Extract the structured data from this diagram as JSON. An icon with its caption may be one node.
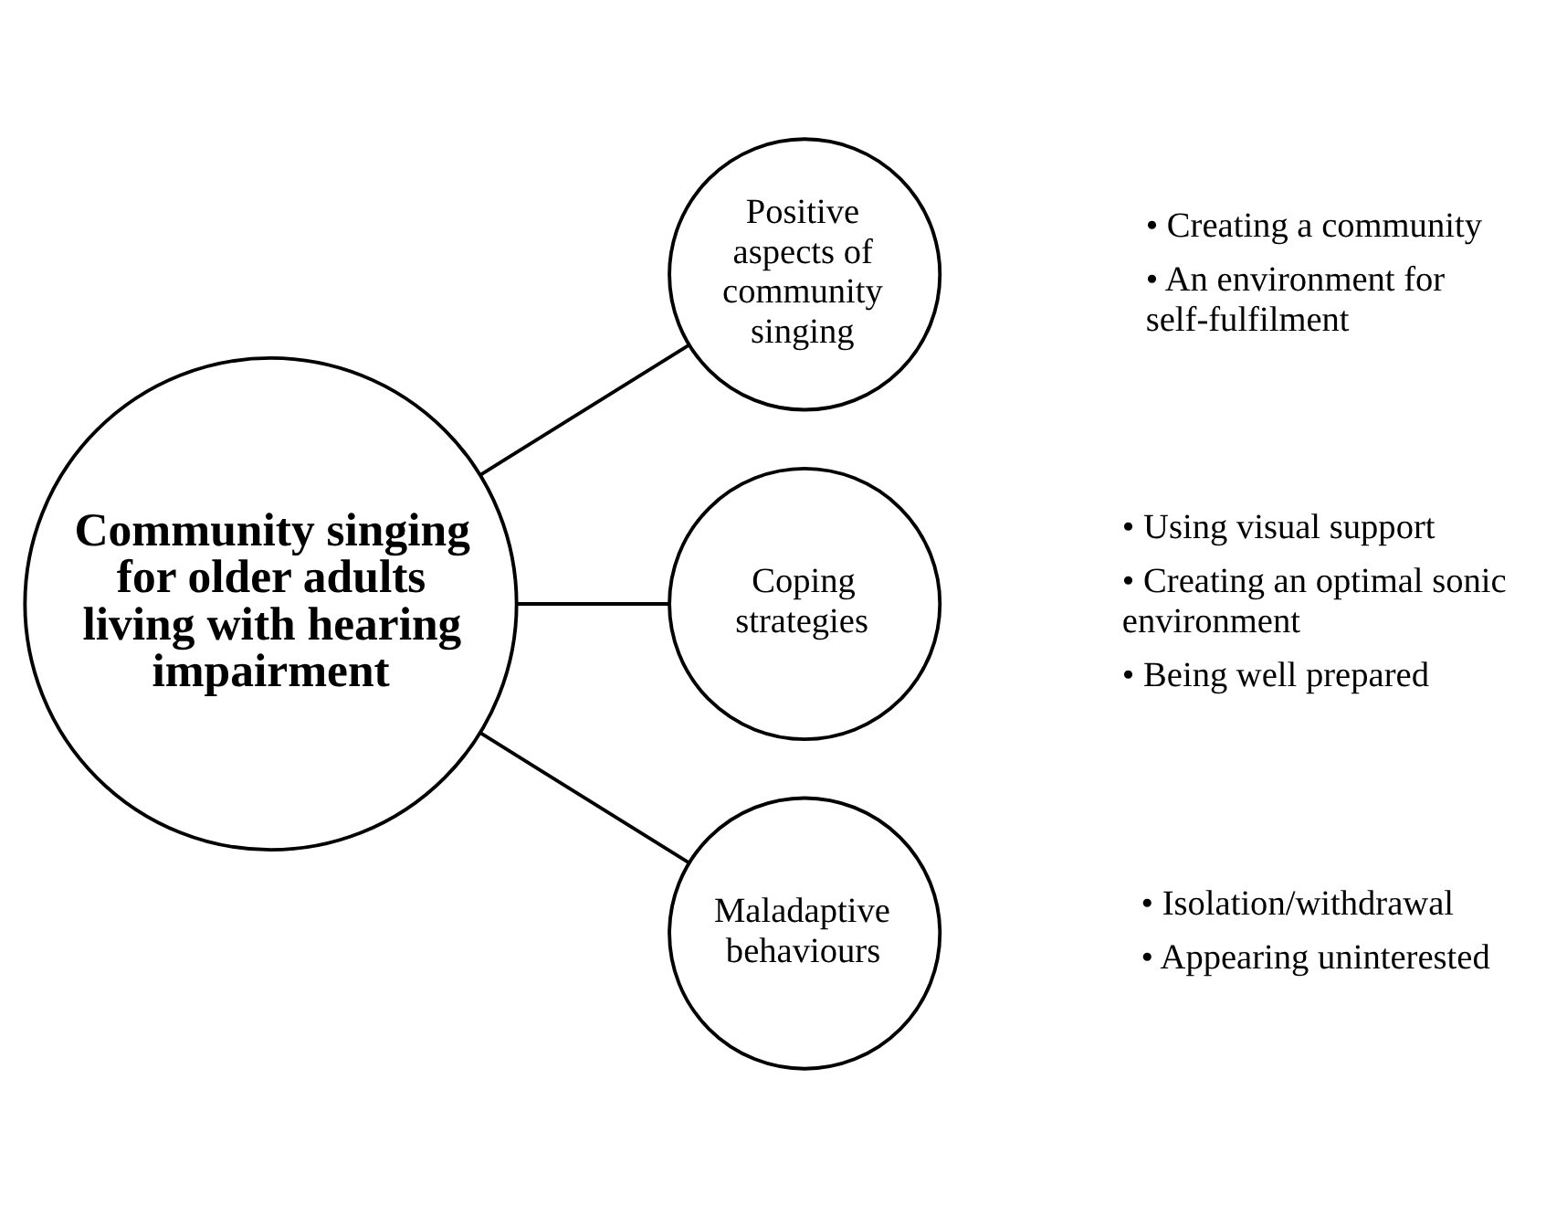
{
  "diagram": {
    "nodes": [
      {
        "text": [
          "Community singing for older adults living with hearing impairment"
        ]
      },
      {
        "text": [
          "Positive aspects of community singing"
        ],
        "beside": [
          "• Creating a community",
          "• An environment for self-fulfilment"
        ]
      },
      {
        "text": [
          "Coping strategies"
        ],
        "beside": [
          "• Using visual support",
          "• Creating an optimal sonic environment",
          "• Being well prepared"
        ]
      },
      {
        "text": [
          "Maladaptive behaviours"
        ],
        "beside": [
          "• Isolation/withdrawal",
          "• Appearing uninterested"
        ]
      }
    ],
    "edges": [
      {
        "from": 0,
        "to": 1,
        "arrow": "none"
      },
      {
        "from": 0,
        "to": 2,
        "arrow": "none"
      },
      {
        "from": 0,
        "to": 3,
        "arrow": "none"
      }
    ]
  }
}
